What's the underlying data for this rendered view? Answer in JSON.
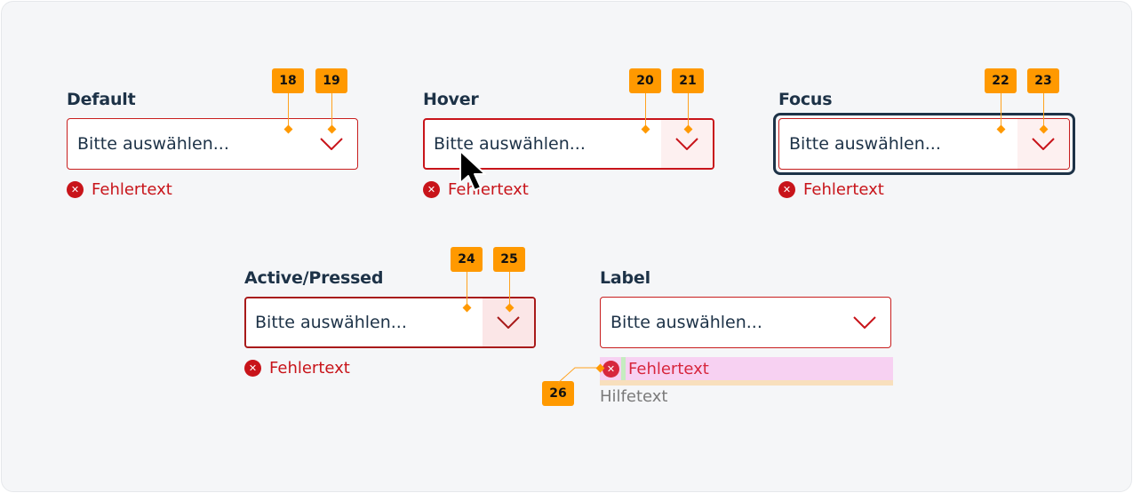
{
  "colors": {
    "error": "#c8141a",
    "text": "#1d3247",
    "annotation": "#ff9900",
    "background": "#f5f6f8",
    "focus_ring": "#1d3247",
    "hover_tint": "#fdf0f0",
    "active_tint": "#fbe6e7"
  },
  "states": [
    {
      "label": "Default",
      "placeholder": "Bitte auswählen...",
      "error": "Fehlertext",
      "annotations": [
        "18",
        "19"
      ],
      "icon": "chevron-down-icon"
    },
    {
      "label": "Hover",
      "placeholder": "Bitte auswählen...",
      "error": "Fehlertext",
      "annotations": [
        "20",
        "21"
      ],
      "icon": "chevron-down-icon"
    },
    {
      "label": "Focus",
      "placeholder": "Bitte auswählen...",
      "error": "Fehlertext",
      "annotations": [
        "22",
        "23"
      ],
      "icon": "chevron-down-icon"
    },
    {
      "label": "Active/Pressed",
      "placeholder": "Bitte auswählen...",
      "error": "Fehlertext",
      "annotations": [
        "24",
        "25"
      ],
      "icon": "chevron-down-icon"
    },
    {
      "label": "Label",
      "placeholder": "Bitte auswählen...",
      "error": "Fehlertext",
      "help": "Hilfetext",
      "annotations": [
        "26"
      ],
      "icon": "chevron-down-icon"
    }
  ],
  "error_icon": "error-x-icon"
}
